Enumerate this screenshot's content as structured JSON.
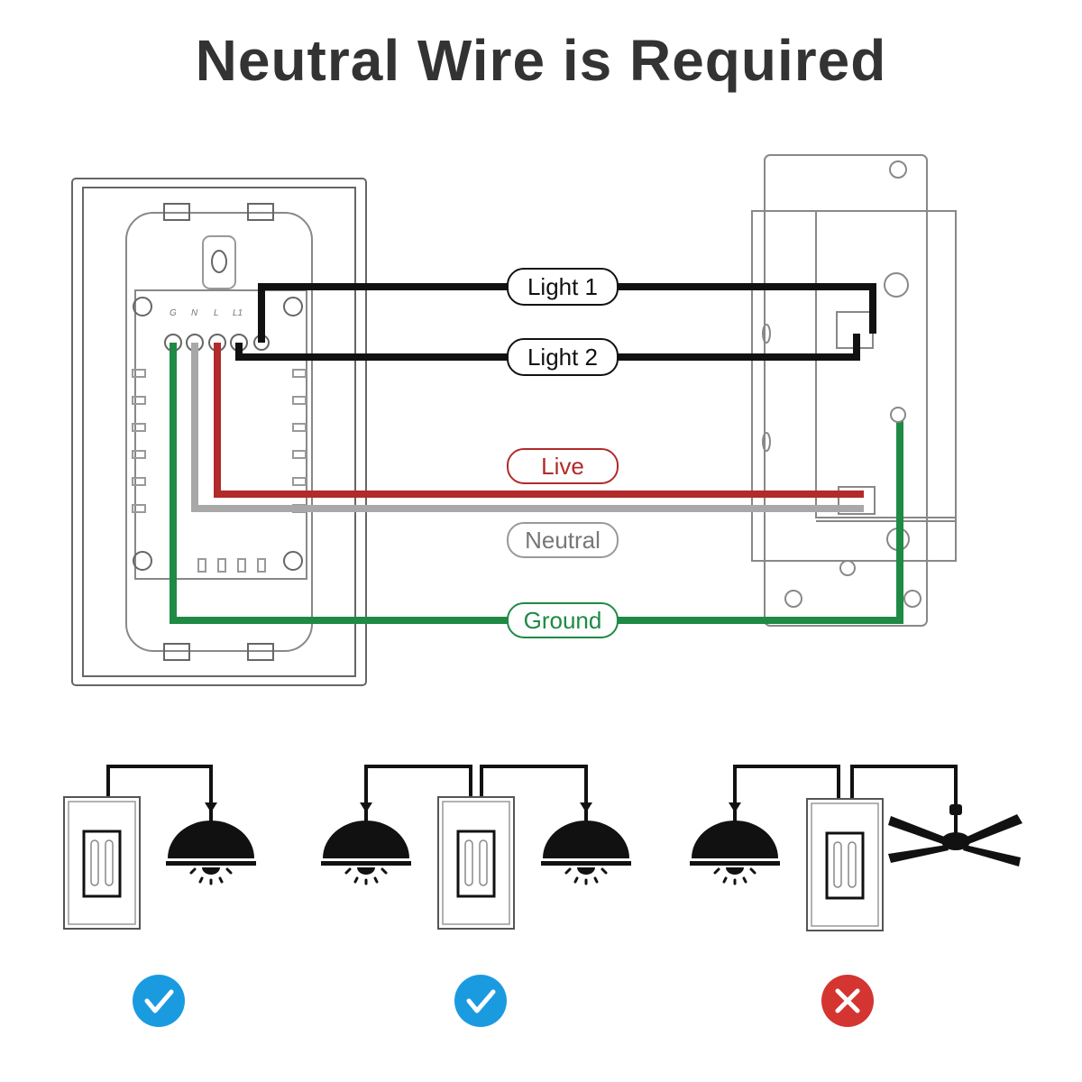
{
  "title": "Neutral Wire is Required",
  "wire_labels": {
    "light1": "Light 1",
    "light2": "Light 2",
    "live": "Live",
    "neutral": "Neutral",
    "ground": "Ground"
  },
  "terminal_labels": [
    "G",
    "N",
    "L",
    "L1"
  ],
  "colors": {
    "title": "#333333",
    "light": "#111111",
    "live": "#b22a2a",
    "neutral": "#a8a8a8",
    "ground": "#1e8a44",
    "ok": "#1a9be0",
    "bad": "#d43530"
  },
  "scenarios": [
    {
      "name": "single-light",
      "status": "ok",
      "status_icon": "check-icon"
    },
    {
      "name": "two-lights",
      "status": "ok",
      "status_icon": "check-icon"
    },
    {
      "name": "light-and-fan",
      "status": "not-supported",
      "status_icon": "x-icon"
    }
  ]
}
